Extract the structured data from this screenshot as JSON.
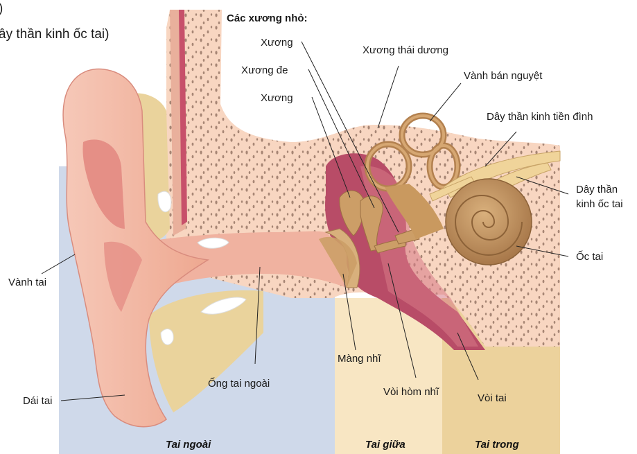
{
  "header": {
    "line1": ")",
    "line2": "ây thần kinh ốc tai)"
  },
  "ossicles_heading": "Các xương nhỏ:",
  "labels": {
    "xuong_1": "Xương",
    "xuong_de": "Xương đe",
    "xuong_2": "Xương",
    "xuong_thai_duong": "Xương thái dương",
    "vanh_ban_nguyet": "Vành bán nguyệt",
    "day_than_kinh_tien_dinh": "Dây thần kinh tiền đình",
    "day_than_line1": "Dây thần",
    "day_than_line2": "kinh ốc tai",
    "oc_tai": "Ốc tai",
    "vanh_tai": "Vành tai",
    "dai_tai": "Dái tai",
    "ong_tai_ngoai": "Ống tai ngoài",
    "mang_nhi": "Màng nhĩ",
    "voi_hom_nhi": "Vòi hòm nhĩ",
    "voi_tai": "Vòi tai"
  },
  "regions": {
    "outer": "Tai ngoài",
    "middle": "Tai giữa",
    "inner": "Tai trong"
  },
  "colors": {
    "outer_bg": "#cfd9ea",
    "middle_bg": "#f8e6c3",
    "inner_bg": "#ecd29c",
    "skin": "#f2b9a5",
    "skin_dark": "#e58f86",
    "bone": "#f8d6c1",
    "cartilage": "#ead39c",
    "canal_red": "#b84c67",
    "ossicle": "#cc9e67",
    "cochlea": "#c19461",
    "nerve": "#f0d49a"
  }
}
